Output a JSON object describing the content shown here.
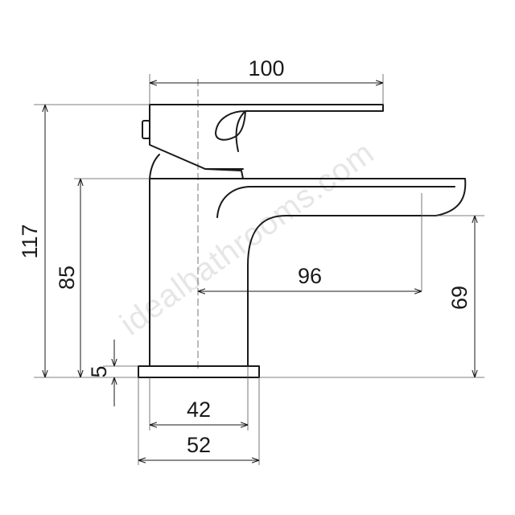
{
  "drawing": {
    "dimensions": {
      "total_height": "117",
      "body_height": "85",
      "base_thickness": "5",
      "overall_width": "100",
      "spout_reach": "96",
      "spout_height": "69",
      "body_width": "42",
      "base_width": "52"
    },
    "watermark": "idealbathrooms.com"
  }
}
